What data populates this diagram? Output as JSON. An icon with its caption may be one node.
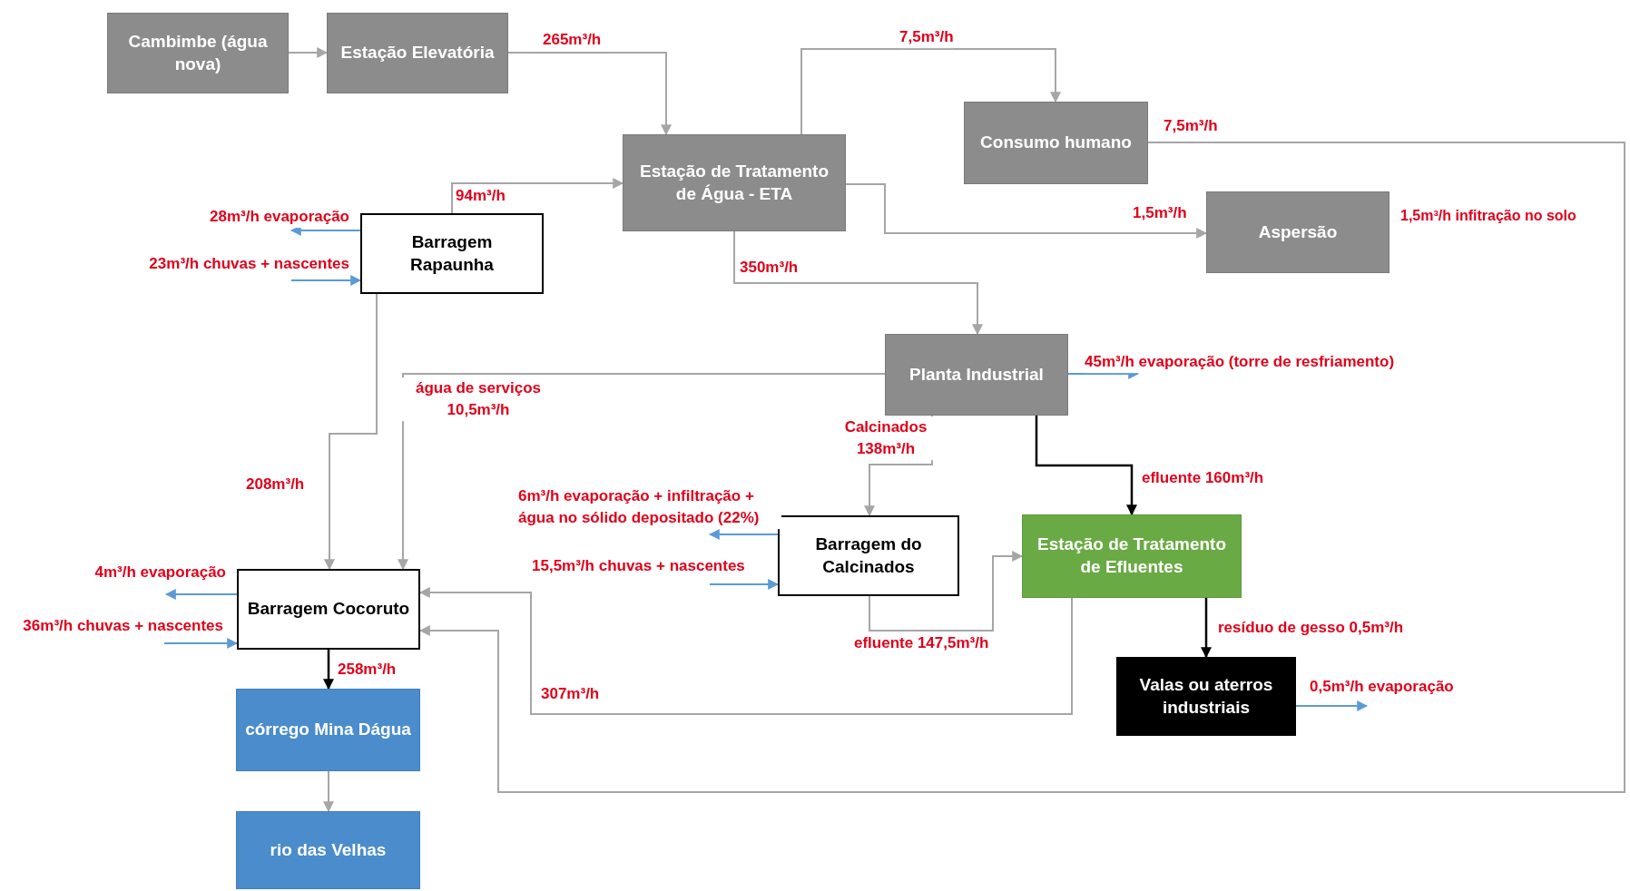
{
  "diagram": {
    "nodes": [
      {
        "text": [
          "Cambimbe (água nova)"
        ]
      },
      {
        "text": [
          "Estação Elevatória"
        ]
      },
      {
        "text": [
          "Estação de Tratamento de Água - ETA"
        ]
      },
      {
        "text": [
          "Consumo humano"
        ]
      },
      {
        "text": [
          "Aspersão"
        ],
        "beside": [
          "1,5m³/h infitração no solo"
        ]
      },
      {
        "text": [
          "Barragem Rapaunha"
        ]
      },
      {
        "text": [
          "Planta Industrial"
        ]
      },
      {
        "text": [
          "Barragem do Calcinados"
        ]
      },
      {
        "text": [
          "Estação de Tratamento de Efluentes"
        ]
      },
      {
        "text": [
          "Barragem Cocoruto"
        ]
      },
      {
        "text": [
          "Valas ou aterros industriais"
        ]
      },
      {
        "text": [
          "córrego Mina Dágua"
        ]
      },
      {
        "text": [
          "rio das Velhas"
        ]
      }
    ],
    "edges": [
      {
        "from": 0,
        "to": 1,
        "arrow": "to"
      },
      {
        "from": 1,
        "to": 2,
        "arrow": "to",
        "label": "265m³/h"
      },
      {
        "from": 2,
        "to": 3,
        "arrow": "to",
        "label": "7,5m³/h"
      },
      {
        "from": 3,
        "to": 9,
        "arrow": "to",
        "label": "7,5m³/h"
      },
      {
        "from": 5,
        "to": 2,
        "arrow": "to",
        "label": "94m³/h"
      },
      {
        "from": 2,
        "to": 4,
        "arrow": "to",
        "label": "1,5m³/h"
      },
      {
        "from": 2,
        "to": 6,
        "arrow": "to",
        "label": "350m³/h"
      },
      {
        "from": 6,
        "to": 9,
        "arrow": "to",
        "label": "água de serviços 10,5m³/h"
      },
      {
        "from": 5,
        "to": 9,
        "arrow": "to",
        "label": "208m³/h"
      },
      {
        "from": 6,
        "to": 7,
        "arrow": "to",
        "label": "Calcinados 138m³/h"
      },
      {
        "from": 6,
        "to": 8,
        "arrow": "to",
        "label": "efluente 160m³/h",
        "color": "#000000"
      },
      {
        "from": 7,
        "to": 8,
        "arrow": "to",
        "label": "efluente 147,5m³/h"
      },
      {
        "from": 8,
        "to": 9,
        "arrow": "to",
        "label": "307m³/h"
      },
      {
        "from": 8,
        "to": 10,
        "arrow": "to",
        "label": "resíduo de gesso 0,5m³/h",
        "color": "#000000"
      },
      {
        "from": 9,
        "to": 11,
        "arrow": "to",
        "label": "258m³/h",
        "color": "#000000"
      },
      {
        "from": 11,
        "to": 12,
        "arrow": "to"
      },
      {
        "from": 5,
        "to": null,
        "arrow": "to",
        "label": "28m³/h evaporação",
        "color": "#5b9bd5"
      },
      {
        "from": null,
        "to": 5,
        "arrow": "to",
        "label": "23m³/h chuvas + nascentes",
        "color": "#5b9bd5"
      },
      {
        "from": 9,
        "to": null,
        "arrow": "to",
        "label": "4m³/h evaporação",
        "color": "#5b9bd5"
      },
      {
        "from": null,
        "to": 9,
        "arrow": "to",
        "label": "36m³/h chuvas + nascentes",
        "color": "#5b9bd5"
      },
      {
        "from": 7,
        "to": null,
        "arrow": "to",
        "label": "6m³/h evaporação + infiltração + água no sólido depositado (22%)",
        "color": "#5b9bd5"
      },
      {
        "from": null,
        "to": 7,
        "arrow": "to",
        "label": "15,5m³/h chuvas + nascentes",
        "color": "#5b9bd5"
      },
      {
        "from": 6,
        "to": null,
        "arrow": "to",
        "label": "45m³/h evaporação (torre de resfriamento)",
        "color": "#5b9bd5"
      },
      {
        "from": 10,
        "to": null,
        "arrow": "to",
        "label": "0,5m³/h evaporação",
        "color": "#5b9bd5"
      }
    ]
  }
}
